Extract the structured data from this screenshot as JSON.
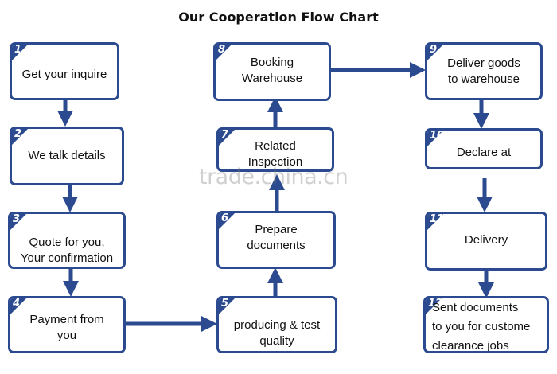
{
  "title": "Our Cooperation Flow Chart",
  "watermark": "trade.china.cn",
  "colors": {
    "border": "#2b4a8f",
    "arrow": "#2b4a8f",
    "text": "#111111"
  },
  "steps": [
    {
      "num": "1",
      "text": "Get your inquire"
    },
    {
      "num": "2",
      "text": "We talk details"
    },
    {
      "num": "3",
      "text": "Quote for you,\nYour confirmation"
    },
    {
      "num": "4",
      "text": "Payment from\nyou"
    },
    {
      "num": "5",
      "text": "producing & test\nquality"
    },
    {
      "num": "6",
      "text": "Prepare\ndocuments"
    },
    {
      "num": "7",
      "text": "Related\nInspection"
    },
    {
      "num": "8",
      "text": "Booking\nWarehouse"
    },
    {
      "num": "9",
      "text": "Deliver goods\nto  warehouse"
    },
    {
      "num": "10",
      "text": "Declare at"
    },
    {
      "num": "11",
      "text": "Delivery"
    },
    {
      "num": "12",
      "text": "Sent documents\nto you for custome\nclearance jobs"
    }
  ]
}
